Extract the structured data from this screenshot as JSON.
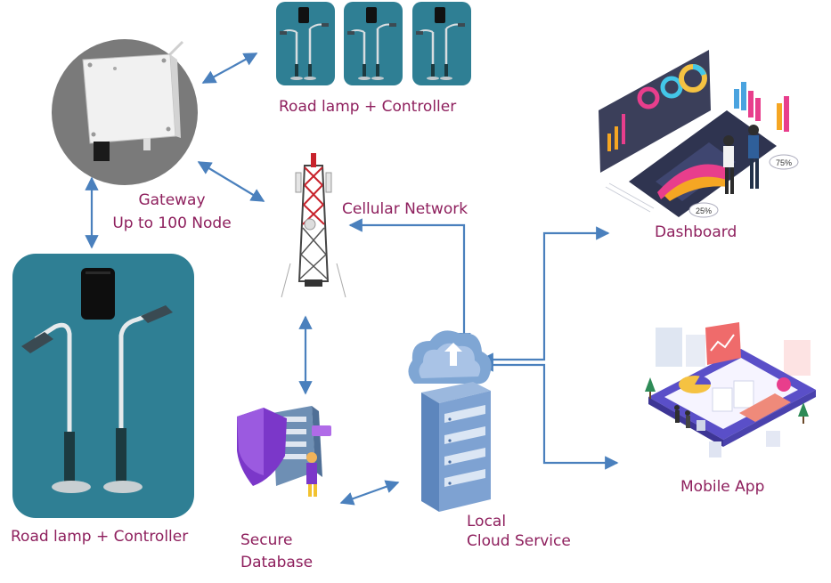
{
  "labels": {
    "road_lamp_top": "Road lamp + Controller",
    "road_lamp_bottom": "Road lamp + Controller",
    "gateway_line1": "Gateway",
    "gateway_line2": "Up to 100 Node",
    "cellular": "Cellular Network",
    "dashboard": "Dashboard",
    "mobile_app": "Mobile App",
    "local_line1": "Local",
    "local_line2": "Cloud Service",
    "database_line1": "Secure",
    "database_line2": "Database"
  },
  "dashboard_badges": [
    "75%",
    "25%"
  ],
  "colors": {
    "label": "#8e1f5d",
    "arrow": "#4a80bd",
    "tile": "#2f7f94"
  }
}
